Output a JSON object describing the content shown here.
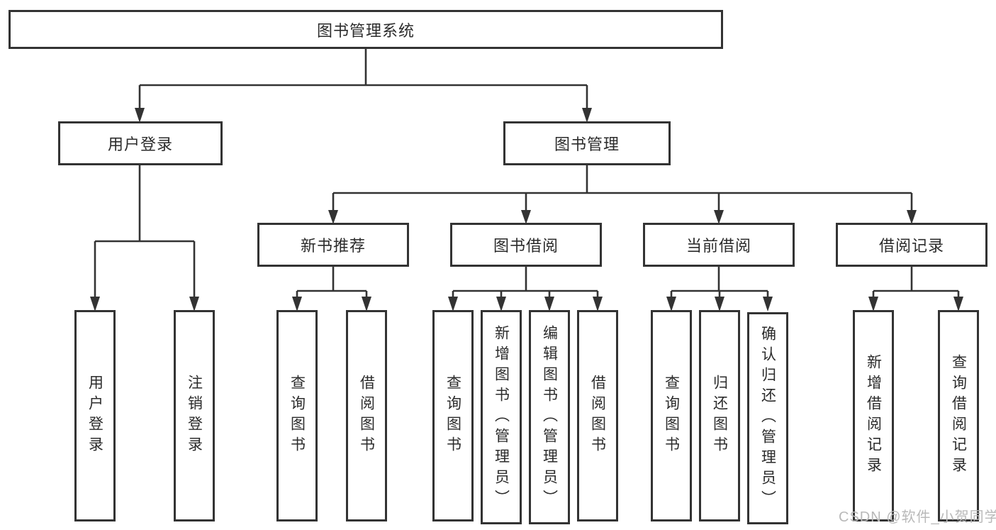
{
  "diagram": {
    "title": "图书管理系统",
    "root_label": "图书管理系统",
    "level2": [
      {
        "label": "用户登录"
      },
      {
        "label": "图书管理"
      }
    ],
    "level3": [
      {
        "label": "新书推荐"
      },
      {
        "label": "图书借阅"
      },
      {
        "label": "当前借阅"
      },
      {
        "label": "借阅记录"
      }
    ],
    "leaves": {
      "user_login": [
        "用户登录",
        "注销登录"
      ],
      "new_book": [
        "查询图书",
        "借阅图书"
      ],
      "book_borrow": [
        "查询图书",
        "新增图书（管理员）",
        "编辑图书（管理员）",
        "借阅图书"
      ],
      "current_borrow": [
        "查询图书",
        "归还图书",
        "确认归还（管理员）"
      ],
      "borrow_record": [
        "新增借阅记录",
        "查询借阅记录"
      ]
    }
  },
  "watermark": "CSDN @软件_小贺同学",
  "colors": {
    "line": "#333333",
    "text": "#2b2b2b",
    "watermark": "#b9b9b9",
    "background": "#ffffff"
  }
}
